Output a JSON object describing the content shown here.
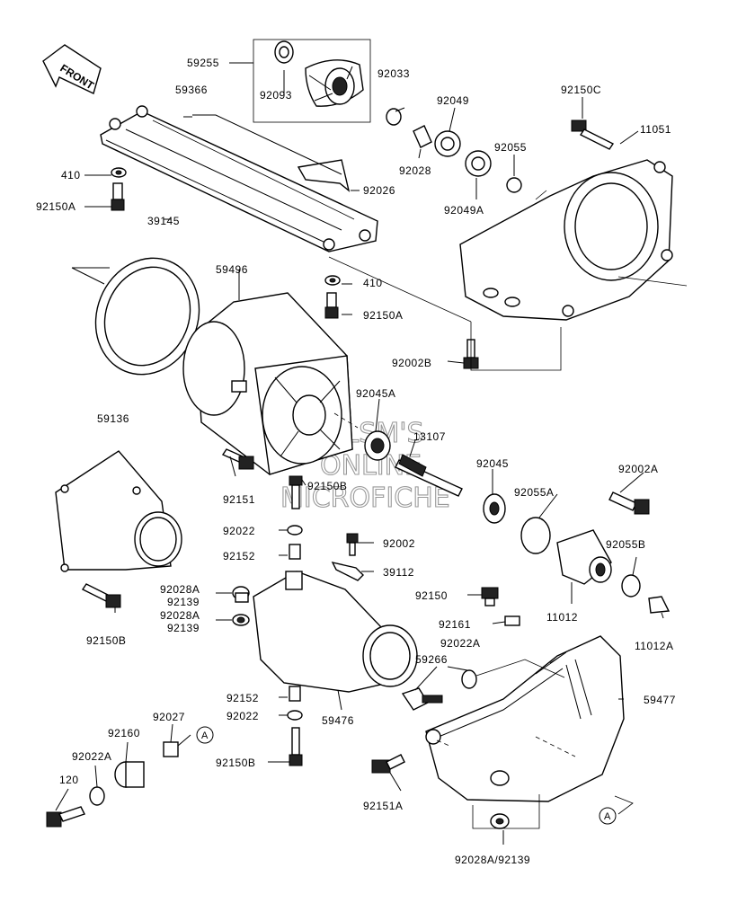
{
  "front_badge": "FRONT",
  "watermark": [
    "HLSM'S",
    "ONLINE",
    "MICROFICHE"
  ],
  "callout_letter": "A",
  "labels": {
    "p59255": "59255",
    "p59366": "59366",
    "p92093": "92093",
    "p92033": "92033",
    "p92049": "92049",
    "p92150C": "92150C",
    "p11051": "11051",
    "p410a": "410",
    "p92150Aa": "92150A",
    "p92028a": "92028",
    "p92055a": "92055",
    "p92026": "92026",
    "p92049A": "92049A",
    "p39145": "39145",
    "p59496": "59496",
    "p410b": "410",
    "p92150Ab": "92150A",
    "p92002B": "92002B",
    "p92045A": "92045A",
    "p59136": "59136",
    "p13107": "13107",
    "p92045": "92045",
    "p92002A": "92002A",
    "p92151": "92151",
    "p92150Ba": "92150B",
    "p92055A": "92055A",
    "p92022a": "92022",
    "p92002": "92002",
    "p92055B": "92055B",
    "p92152a": "92152",
    "p39112": "39112",
    "p92028Aa": "92028A",
    "p92139a": "92139",
    "p92150": "92150",
    "p11012": "11012",
    "p92028Ab": "92028A",
    "p92139b": "92139",
    "p92161": "92161",
    "p11012A": "11012A",
    "p92150Bb": "92150B",
    "p92022A": "92022A",
    "p59266": "59266",
    "p59477": "59477",
    "p92152b": "92152",
    "p92022b": "92022",
    "p59476": "59476",
    "p92027": "92027",
    "p92160": "92160",
    "p92022Ab": "92022A",
    "p92150Bc": "92150B",
    "p120": "120",
    "p92151A": "92151A",
    "p92028A92139": "92028A/92139"
  }
}
